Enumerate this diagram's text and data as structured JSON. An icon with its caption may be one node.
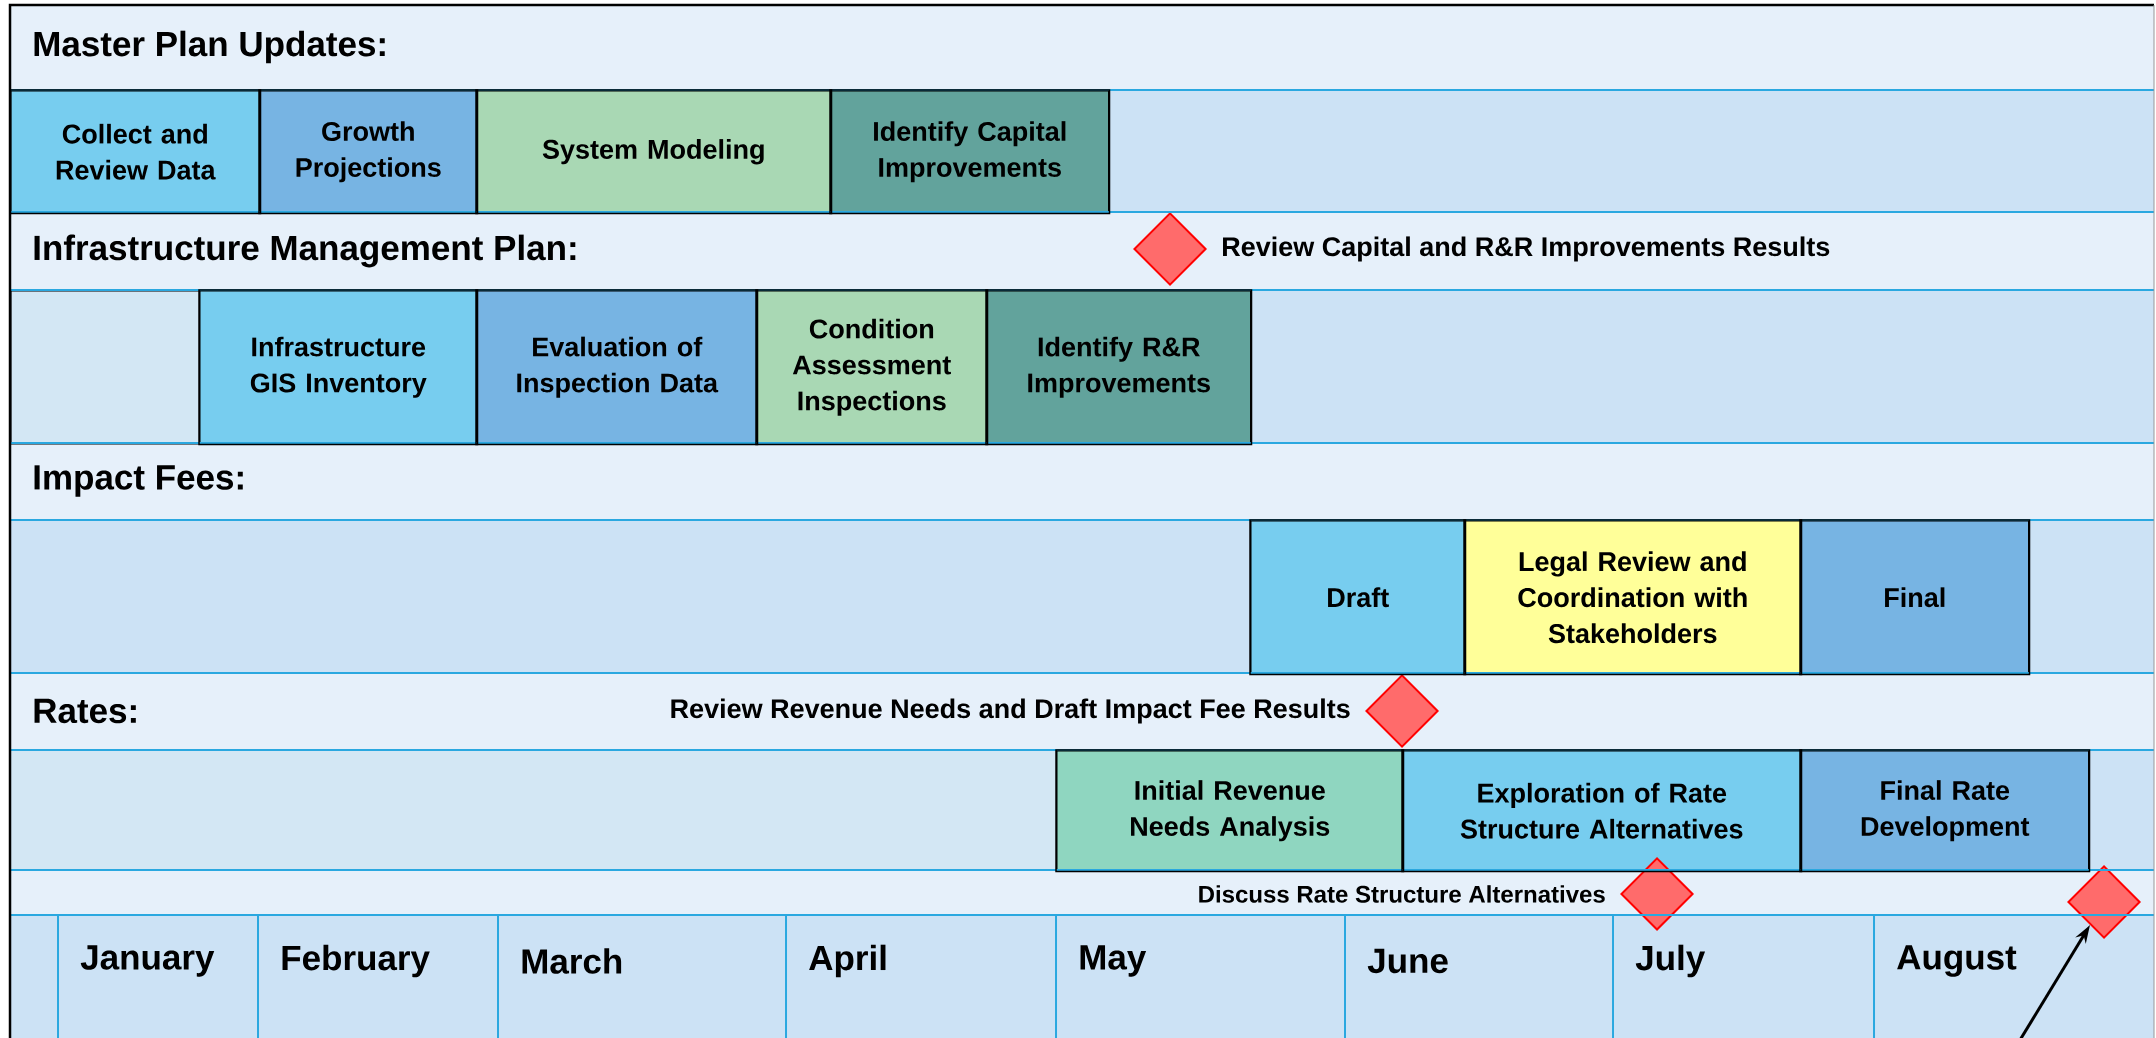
{
  "diagram": {
    "nodes": [
      {
        "text": [
          "Master Plan Updates:"
        ]
      },
      {
        "text": [
          "Collect and Review Data"
        ]
      },
      {
        "text": [
          "Growth Projections"
        ]
      },
      {
        "text": [
          "System Modeling"
        ]
      },
      {
        "text": [
          "Identify Capital Improvements"
        ]
      },
      {
        "text": [
          "Infrastructure Management Plan:"
        ]
      },
      {
        "text": [],
        "shape": "diamond",
        "beside": [
          "Review Capital and R&R Improvements Results"
        ]
      },
      {
        "text": [],
        "shape": "box"
      },
      {
        "text": [
          "Infrastructure GIS Inventory"
        ]
      },
      {
        "text": [
          "Evaluation of Inspection Data"
        ]
      },
      {
        "text": [
          "Condition Assessment Inspections"
        ]
      },
      {
        "text": [
          "Identify R&R Improvements"
        ]
      },
      {
        "text": [
          "Impact Fees:"
        ]
      },
      {
        "text": [
          "Draft"
        ]
      },
      {
        "text": [
          "Legal Review and Coordination with Stakeholders"
        ]
      },
      {
        "text": [
          "Final"
        ]
      },
      {
        "text": [
          "Rates:"
        ]
      },
      {
        "text": [],
        "shape": "diamond",
        "beside": [
          "Review Revenue Needs and Draft Impact Fee Results"
        ]
      },
      {
        "text": [],
        "shape": "box"
      },
      {
        "text": [
          "Initial Revenue Needs Analysis"
        ]
      },
      {
        "text": [
          "Exploration of Rate Structure Alternatives"
        ]
      },
      {
        "text": [
          "Final Rate Development"
        ]
      },
      {
        "text": [],
        "shape": "diamond",
        "beside": [
          "Discuss Rate Structure Alternatives"
        ]
      },
      {
        "text": [],
        "shape": "diamond"
      }
    ],
    "edges": [
      {
        "from": null,
        "to": 23,
        "arrow": "to"
      }
    ],
    "labels": [
      "January",
      "February",
      "March",
      "April",
      "May",
      "June",
      "July",
      "August"
    ]
  }
}
